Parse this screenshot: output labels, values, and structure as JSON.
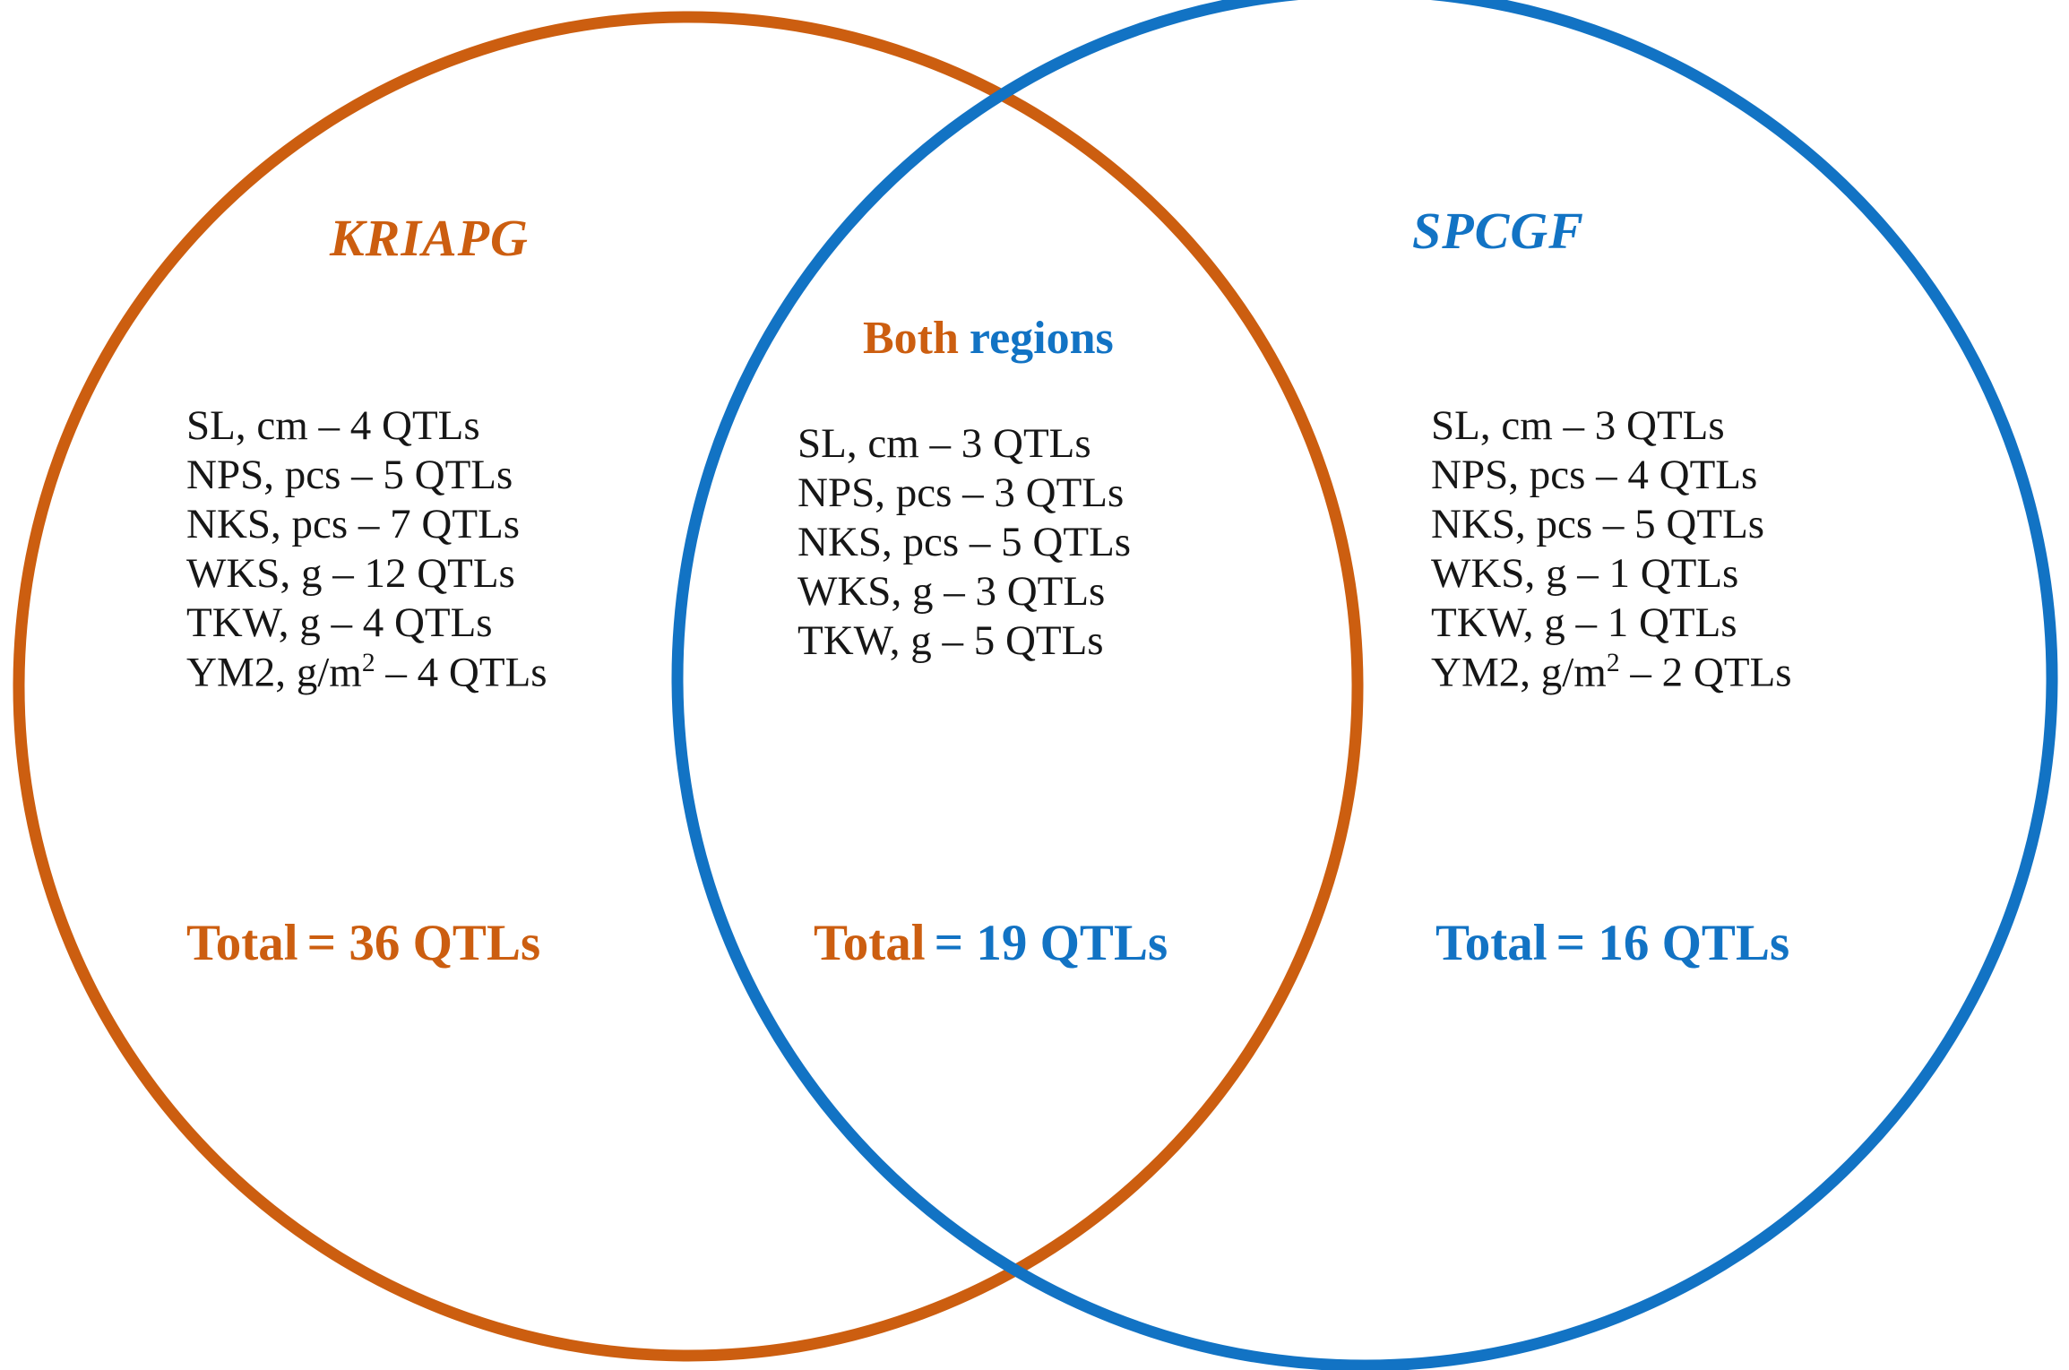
{
  "colors": {
    "orange": "#CC5E10",
    "blue": "#1273C4",
    "text": "#161616"
  },
  "diagram": {
    "type": "venn",
    "sets": 2,
    "left": {
      "title": "KRIAPG",
      "color": "#CC5E10",
      "traits": [
        {
          "name": "SL, cm",
          "separator": "–",
          "count": "4",
          "unit_label": "QTLs",
          "text": "SL, cm  –  4 QTLs"
        },
        {
          "name": "NPS, pcs",
          "separator": "–",
          "count": "5",
          "unit_label": "QTLs",
          "text": "NPS, pcs  – 5  QTLs"
        },
        {
          "name": "NKS, pcs",
          "separator": "–",
          "count": "7",
          "unit_label": "QTLs",
          "text": "NKS, pcs  – 7 QTLs"
        },
        {
          "name": "WKS, g",
          "separator": "–",
          "count": "12",
          "unit_label": "QTLs",
          "text": "WKS, g – 12 QTLs"
        },
        {
          "name": "TKW, g",
          "separator": "–",
          "count": "4",
          "unit_label": "QTLs",
          "text": "TKW, g – 4 QTLs"
        },
        {
          "name": "YM2, g/m2",
          "separator": "–",
          "count": "4",
          "unit_label": "QTLs",
          "text_pre": "YM2, g/m",
          "text_sup": "2",
          "text_post": " – 4 QTLs"
        }
      ],
      "total_label": "Total",
      "total_value": "= 36 QTLs",
      "total_count": 36
    },
    "intersection": {
      "heading_part1": "Both",
      "heading_part2": "regions",
      "heading_part1_color": "#CC5E10",
      "heading_part2_color": "#1273C4",
      "traits": [
        {
          "name": "SL, cm",
          "separator": "–",
          "count": "3",
          "unit_label": "QTLs",
          "text": "SL, cm  –  3 QTLs"
        },
        {
          "name": "NPS, pcs",
          "separator": "–",
          "count": "3",
          "unit_label": "QTLs",
          "text": "NPS, pcs  – 3  QTLs"
        },
        {
          "name": "NKS, pcs",
          "separator": "–",
          "count": "5",
          "unit_label": "QTLs",
          "text": "NKS, pcs  – 5 QTLs"
        },
        {
          "name": "WKS, g",
          "separator": "–",
          "count": "3",
          "unit_label": "QTLs",
          "text": "WKS, g –  3 QTLs"
        },
        {
          "name": "TKW, g",
          "separator": "–",
          "count": "5",
          "unit_label": "QTLs",
          "text": "TKW, g – 5 QTLs"
        }
      ],
      "total_label": "Total",
      "total_value": "= 19 QTLs",
      "total_count": 19
    },
    "right": {
      "title": "SPCGF",
      "color": "#1273C4",
      "traits": [
        {
          "name": "SL, cm",
          "separator": "–",
          "count": "3",
          "unit_label": "QTLs",
          "text": "SL, cm  – 3 QTLs"
        },
        {
          "name": "NPS, pcs",
          "separator": "–",
          "count": "4",
          "unit_label": "QTLs",
          "text": "NPS, pcs  – 4  QTLs"
        },
        {
          "name": "NKS, pcs",
          "separator": "–",
          "count": "5",
          "unit_label": "QTLs",
          "text": "NKS, pcs  – 5 QTLs"
        },
        {
          "name": "WKS, g",
          "separator": "–",
          "count": "1",
          "unit_label": "QTLs",
          "text": "WKS, g –  1 QTLs"
        },
        {
          "name": "TKW, g",
          "separator": "–",
          "count": "1",
          "unit_label": "QTLs",
          "text": "TKW, g – 1 QTLs"
        },
        {
          "name": "YM2, g/m2",
          "separator": "–",
          "count": "2",
          "unit_label": "QTLs",
          "text_pre": "YM2, g/m",
          "text_sup": "2",
          "text_post": " – 2 QTLs"
        }
      ],
      "total_label": "Total",
      "total_value": "= 16 QTLs",
      "total_count": 16
    }
  }
}
